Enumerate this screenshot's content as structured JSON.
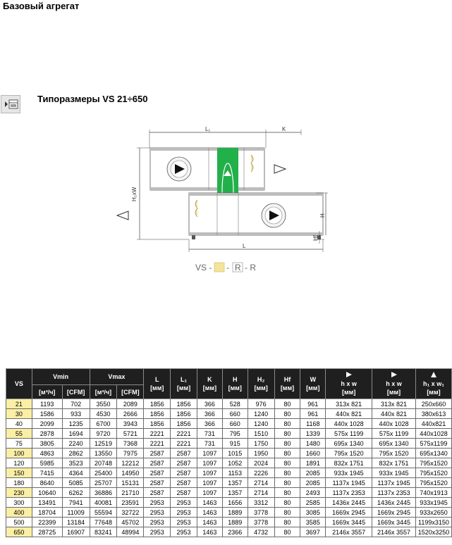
{
  "page": {
    "title": "Базовый агрегат"
  },
  "section": {
    "title": "Типоразмеры VS 21÷650"
  },
  "diagram": {
    "labels": {
      "l1": "L₁",
      "k": "K",
      "hxw": "H₂xW",
      "h": "H",
      "hf": "Hf",
      "l": "L"
    },
    "formula": {
      "prefix": "VS -",
      "dash1": "-",
      "r_box": "R",
      "dash2": "- R"
    },
    "colors": {
      "section": "#22b04a",
      "filter": "#f6e39a",
      "frame": "#bdbdbd"
    }
  },
  "table": {
    "headers": {
      "vs": "VS",
      "vmin": "Vmin",
      "vmax": "Vmax",
      "l": "L",
      "l1": "L₁",
      "k": "K",
      "h": "H",
      "h2": "H₂",
      "hf": "Hf",
      "w": "W",
      "hxw": "h x w",
      "hxw2": "h x w",
      "h1xw1": "h₁ x w₁",
      "m3h": "[м³/ч]",
      "cfm": "[CFM]",
      "mm": "[мм]"
    },
    "rows": [
      {
        "vs": "21",
        "vmin_m3h": "1193",
        "vmin_cfm": "702",
        "vmax_m3h": "3550",
        "vmax_cfm": "2089",
        "l": "1856",
        "l1": "1856",
        "k": "366",
        "h": "528",
        "h2": "976",
        "hf": "80",
        "w": "961",
        "hw1": "313x 821",
        "hw2": "313x 821",
        "h1w1": "250x660",
        "hl": true
      },
      {
        "vs": "30",
        "vmin_m3h": "1586",
        "vmin_cfm": "933",
        "vmax_m3h": "4530",
        "vmax_cfm": "2666",
        "l": "1856",
        "l1": "1856",
        "k": "366",
        "h": "660",
        "h2": "1240",
        "hf": "80",
        "w": "961",
        "hw1": "440x 821",
        "hw2": "440x 821",
        "h1w1": "380x613",
        "hl": true
      },
      {
        "vs": "40",
        "vmin_m3h": "2099",
        "vmin_cfm": "1235",
        "vmax_m3h": "6700",
        "vmax_cfm": "3943",
        "l": "1856",
        "l1": "1856",
        "k": "366",
        "h": "660",
        "h2": "1240",
        "hf": "80",
        "w": "1168",
        "hw1": "440x 1028",
        "hw2": "440x 1028",
        "h1w1": "440x821",
        "hl": false
      },
      {
        "vs": "55",
        "vmin_m3h": "2878",
        "vmin_cfm": "1694",
        "vmax_m3h": "9720",
        "vmax_cfm": "5721",
        "l": "2221",
        "l1": "2221",
        "k": "731",
        "h": "795",
        "h2": "1510",
        "hf": "80",
        "w": "1339",
        "hw1": "575x 1199",
        "hw2": "575x 1199",
        "h1w1": "440x1028",
        "hl": true
      },
      {
        "vs": "75",
        "vmin_m3h": "3805",
        "vmin_cfm": "2240",
        "vmax_m3h": "12519",
        "vmax_cfm": "7368",
        "l": "2221",
        "l1": "2221",
        "k": "731",
        "h": "915",
        "h2": "1750",
        "hf": "80",
        "w": "1480",
        "hw1": "695x 1340",
        "hw2": "695x 1340",
        "h1w1": "575x1199",
        "hl": false
      },
      {
        "vs": "100",
        "vmin_m3h": "4863",
        "vmin_cfm": "2862",
        "vmax_m3h": "13550",
        "vmax_cfm": "7975",
        "l": "2587",
        "l1": "2587",
        "k": "1097",
        "h": "1015",
        "h2": "1950",
        "hf": "80",
        "w": "1660",
        "hw1": "795x 1520",
        "hw2": "795x 1520",
        "h1w1": "695x1340",
        "hl": true
      },
      {
        "vs": "120",
        "vmin_m3h": "5985",
        "vmin_cfm": "3523",
        "vmax_m3h": "20748",
        "vmax_cfm": "12212",
        "l": "2587",
        "l1": "2587",
        "k": "1097",
        "h": "1052",
        "h2": "2024",
        "hf": "80",
        "w": "1891",
        "hw1": "832x 1751",
        "hw2": "832x 1751",
        "h1w1": "795x1520",
        "hl": false
      },
      {
        "vs": "150",
        "vmin_m3h": "7415",
        "vmin_cfm": "4364",
        "vmax_m3h": "25400",
        "vmax_cfm": "14950",
        "l": "2587",
        "l1": "2587",
        "k": "1097",
        "h": "1153",
        "h2": "2226",
        "hf": "80",
        "w": "2085",
        "hw1": "933x 1945",
        "hw2": "933x 1945",
        "h1w1": "795x1520",
        "hl": true
      },
      {
        "vs": "180",
        "vmin_m3h": "8640",
        "vmin_cfm": "5085",
        "vmax_m3h": "25707",
        "vmax_cfm": "15131",
        "l": "2587",
        "l1": "2587",
        "k": "1097",
        "h": "1357",
        "h2": "2714",
        "hf": "80",
        "w": "2085",
        "hw1": "1137x 1945",
        "hw2": "1137x 1945",
        "h1w1": "795x1520",
        "hl": false
      },
      {
        "vs": "230",
        "vmin_m3h": "10640",
        "vmin_cfm": "6262",
        "vmax_m3h": "36886",
        "vmax_cfm": "21710",
        "l": "2587",
        "l1": "2587",
        "k": "1097",
        "h": "1357",
        "h2": "2714",
        "hf": "80",
        "w": "2493",
        "hw1": "1137x 2353",
        "hw2": "1137x 2353",
        "h1w1": "740x1913",
        "hl": true
      },
      {
        "vs": "300",
        "vmin_m3h": "13491",
        "vmin_cfm": "7941",
        "vmax_m3h": "40081",
        "vmax_cfm": "23591",
        "l": "2953",
        "l1": "2953",
        "k": "1463",
        "h": "1656",
        "h2": "3312",
        "hf": "80",
        "w": "2585",
        "hw1": "1436x 2445",
        "hw2": "1436x 2445",
        "h1w1": "933x1945",
        "hl": false
      },
      {
        "vs": "400",
        "vmin_m3h": "18704",
        "vmin_cfm": "11009",
        "vmax_m3h": "55594",
        "vmax_cfm": "32722",
        "l": "2953",
        "l1": "2953",
        "k": "1463",
        "h": "1889",
        "h2": "3778",
        "hf": "80",
        "w": "3085",
        "hw1": "1669x 2945",
        "hw2": "1669x 2945",
        "h1w1": "933x2650",
        "hl": true
      },
      {
        "vs": "500",
        "vmin_m3h": "22399",
        "vmin_cfm": "13184",
        "vmax_m3h": "77648",
        "vmax_cfm": "45702",
        "l": "2953",
        "l1": "2953",
        "k": "1463",
        "h": "1889",
        "h2": "3778",
        "hf": "80",
        "w": "3585",
        "hw1": "1669x 3445",
        "hw2": "1669x 3445",
        "h1w1": "1199x3150",
        "hl": false
      },
      {
        "vs": "650",
        "vmin_m3h": "28725",
        "vmin_cfm": "16907",
        "vmax_m3h": "83241",
        "vmax_cfm": "48994",
        "l": "2953",
        "l1": "2953",
        "k": "1463",
        "h": "2366",
        "h2": "4732",
        "hf": "80",
        "w": "3697",
        "hw1": "2146x 3557",
        "hw2": "2146x 3557",
        "h1w1": "1520x3250",
        "hl": true
      }
    ]
  }
}
